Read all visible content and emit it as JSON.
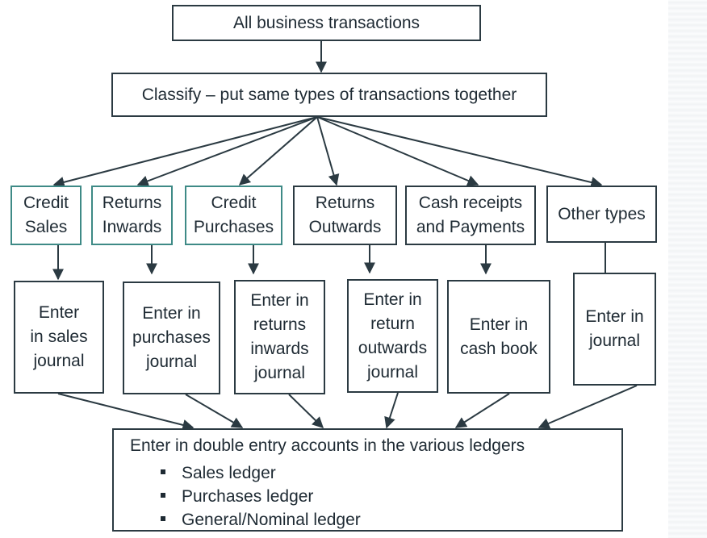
{
  "top": {
    "all_transactions": "All business transactions"
  },
  "classify": {
    "label": "Classify – put same types of transactions together"
  },
  "categories": [
    {
      "label": "Credit\nSales"
    },
    {
      "label": "Returns\nInwards"
    },
    {
      "label": "Credit\nPurchases"
    },
    {
      "label": "Returns\nOutwards"
    },
    {
      "label": "Cash receipts\nand Payments"
    },
    {
      "label": "Other types"
    }
  ],
  "journals": [
    {
      "label": "Enter\nin sales\njournal"
    },
    {
      "label": "Enter in\npurchases\njournal"
    },
    {
      "label": "Enter in\nreturns\ninwards\njournal"
    },
    {
      "label": "Enter in\nreturn\noutwards\njournal"
    },
    {
      "label": "Enter in\ncash book"
    },
    {
      "label": "Enter in\njournal"
    }
  ],
  "ledgers": {
    "title": "Enter in double entry accounts in the various ledgers",
    "items": [
      "Sales ledger",
      "Purchases ledger",
      "General/Nominal ledger"
    ]
  },
  "colors": {
    "border": "#2b3a42",
    "teal_border": "#3e8a86",
    "arrow": "#2b3a42"
  }
}
